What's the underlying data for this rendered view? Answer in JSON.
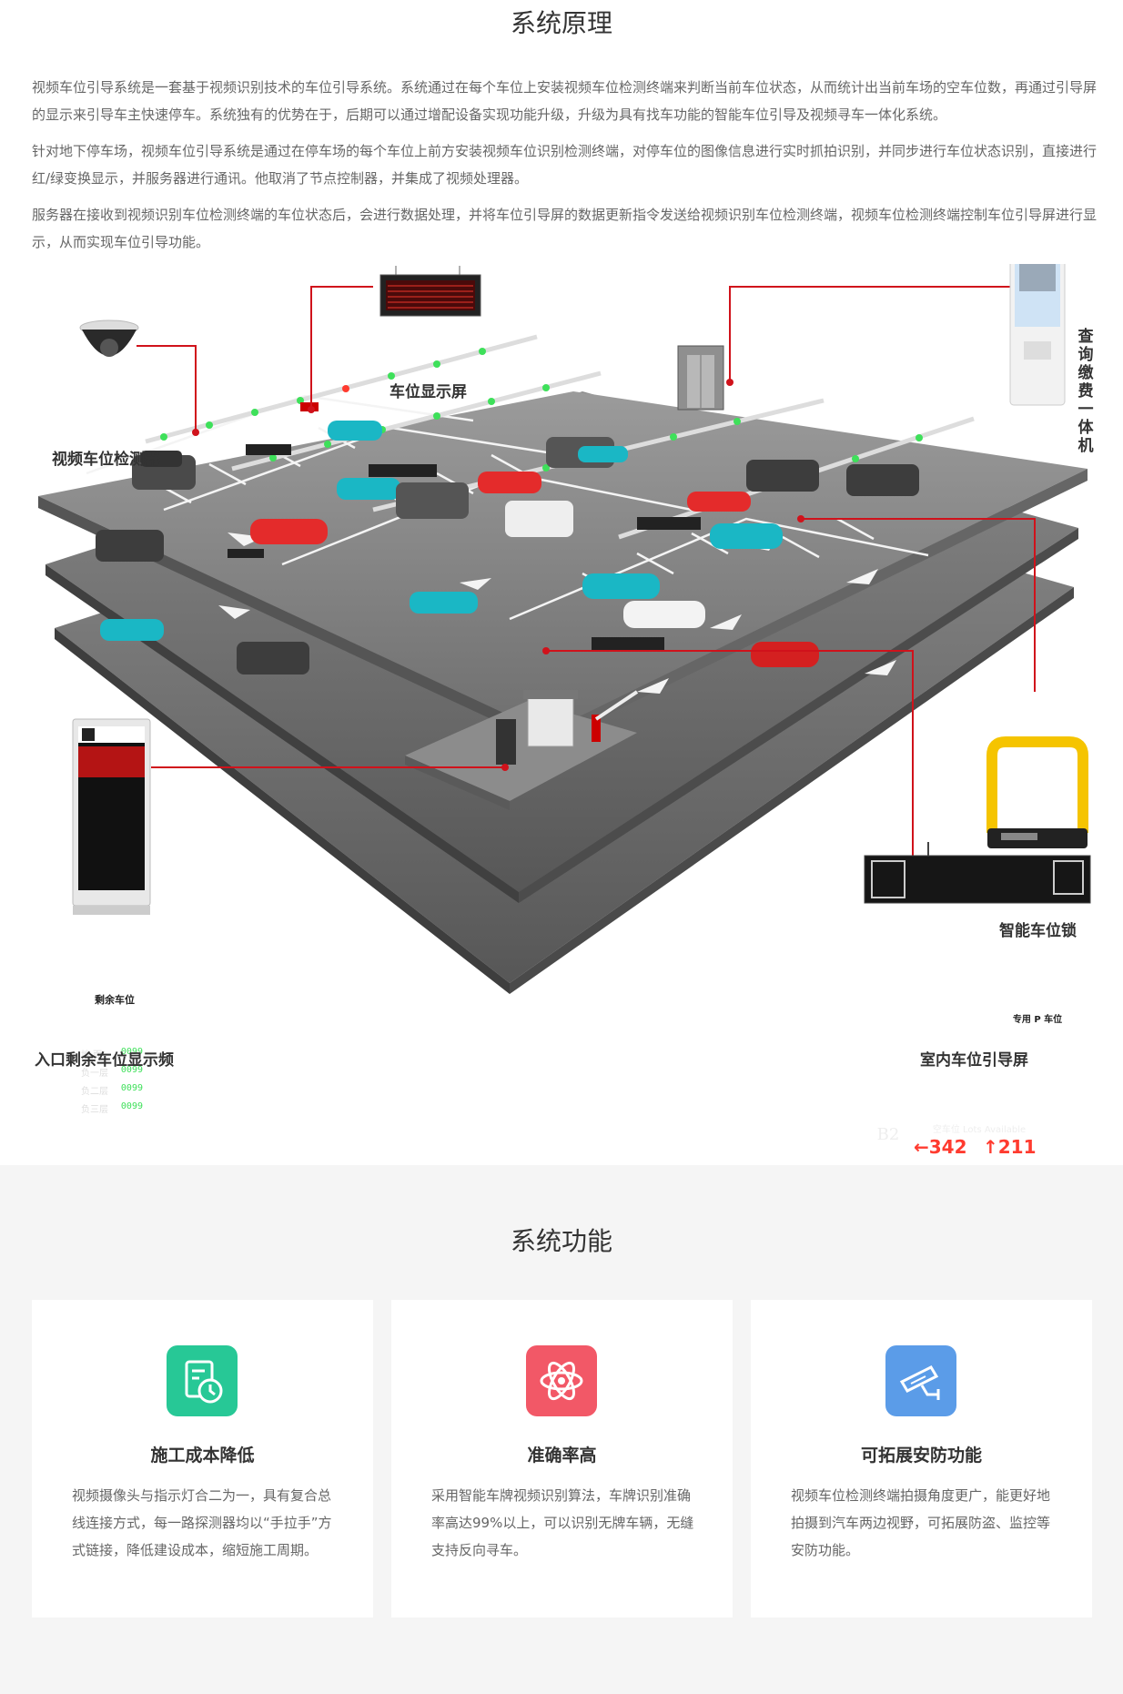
{
  "principle": {
    "title": "系统原理",
    "paragraphs": [
      "视频车位引导系统是一套基于视频识别技术的车位引导系统。系统通过在每个车位上安装视频车位检测终端来判断当前车位状态，从而统计出当前车场的空车位数，再通过引导屏的显示来引导车主快速停车。系统独有的优势在于，后期可以通过增配设备实现功能升级，升级为具有找车功能的智能车位引导及视频寻车一体化系统。",
      "针对地下停车场，视频车位引导系统是通过在停车场的每个车位上前方安装视频车位识别检测终端，对停车位的图像信息进行实时抓拍识别，并同步进行车位状态识别，直接进行红/绿变换显示，并服务器进行通讯。他取消了节点控制器，并集成了视频处理器。",
      "服务器在接收到视频识别车位检测终端的车位状态后，会进行数据处理，并将车位引导屏的数据更新指令发送给视频识别车位检测终端，视频车位检测终端控制车位引导屏进行显示，从而实现车位引导功能。"
    ]
  },
  "diagram": {
    "labels": {
      "detector": "视频车位检测器",
      "display_screen": "车位显示屏",
      "kiosk": "查询缴费一体机",
      "lock": "智能车位锁",
      "entrance_screen": "入口剩余车位显示频",
      "indoor_screen": "室内车位引导屏"
    },
    "lock_sign": "专用 P 车位",
    "entrance_sign": {
      "title": "剩余车位",
      "rows": [
        {
          "name": "地 面",
          "value": "0099"
        },
        {
          "name": "负一层",
          "value": "0099"
        },
        {
          "name": "负二层",
          "value": "0099"
        },
        {
          "name": "负三层",
          "value": "0099"
        }
      ]
    },
    "indoor_sign": {
      "level": "B2",
      "header": "空车位 Lots Available",
      "left_value": "342",
      "right_value": "211"
    },
    "colors": {
      "line": "#d0121b",
      "led_red": "#ff3b2f",
      "led_green": "#3ee05a"
    }
  },
  "functions": {
    "title": "系统功能",
    "cards": [
      {
        "icon": "clock-document-icon",
        "color": "#27c896",
        "title": "施工成本降低",
        "desc": "视频摄像头与指示灯合二为一，具有复合总线连接方式，每一路探测器均以“手拉手”方式链接，降低建设成本，缩短施工周期。"
      },
      {
        "icon": "atom-icon",
        "color": "#f25867",
        "title": "准确率高",
        "desc": "采用智能车牌视频识别算法，车牌识别准确率高达99%以上，可以识别无牌车辆，无缝支持反向寻车。"
      },
      {
        "icon": "camera-icon",
        "color": "#5b9ce8",
        "title": "可拓展安防功能",
        "desc": "视频车位检测终端拍摄角度更广，能更好地拍摄到汽车两边视野，可拓展防盗、监控等安防功能。"
      }
    ]
  }
}
